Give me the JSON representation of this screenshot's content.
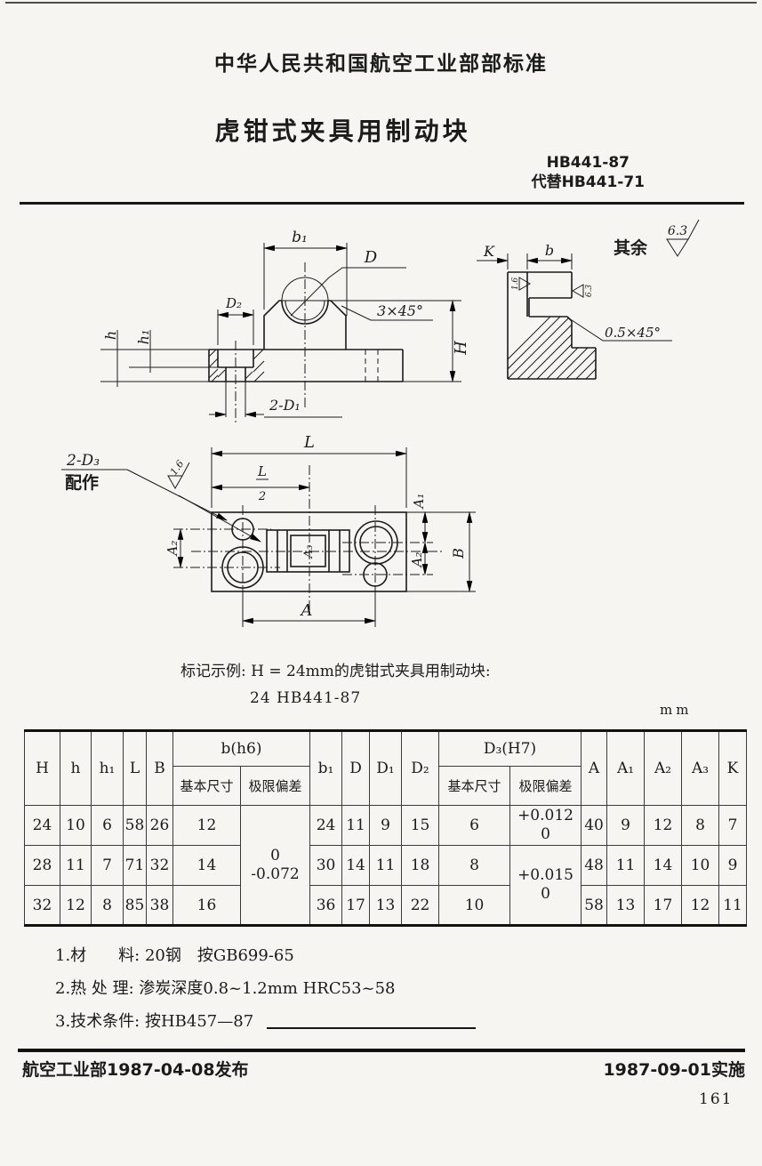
{
  "doc": {
    "ministry_header": "中华人民共和国航空工业部部标准",
    "title": "虎钳式夹具用制动块",
    "standard_no": "HB441-87",
    "replaces": "代替HB441-71",
    "unit": "mm",
    "page_number": "161"
  },
  "front_view": {
    "dim_b1": "b₁",
    "dim_D": "D",
    "dim_D2": "D₂",
    "chamfer": "3×45°",
    "dim_H": "H",
    "dim_h": "h",
    "dim_h1": "h₁",
    "holes_note": "2-D₁"
  },
  "side_view": {
    "dim_K": "K",
    "dim_b": "b",
    "rough_left": "1.6",
    "rough_right": "6.3",
    "chamfer": "0.5×45°",
    "rest_label": "其余",
    "rest_roughness": "6.3"
  },
  "plan_view": {
    "holes_note": "2-D₃",
    "fit_note": "配作",
    "roughness": "1.6",
    "dim_L": "L",
    "frac_num": "L",
    "frac_den": "2",
    "dim_A": "A",
    "dim_A1": "A₁",
    "dim_A2_left": "A₂",
    "dim_A2_right": "A₂",
    "dim_A3": "A₃",
    "dim_B": "B"
  },
  "example": {
    "line1": "标记示例: H = 24mm的虎钳式夹具用制动块:",
    "line2": "24  HB441-87"
  },
  "table": {
    "headers": {
      "H": "H",
      "h": "h",
      "h1": "h₁",
      "L": "L",
      "B": "B",
      "b_group": "b(h6)",
      "basic_size": "基本尺寸",
      "limit_dev": "极限偏差",
      "b1": "b₁",
      "D": "D",
      "D1": "D₁",
      "D2": "D₂",
      "D3_group": "D₃(H7)",
      "basic_size2": "基本尺寸",
      "limit_dev2": "极限偏差",
      "A": "A",
      "A1": "A₁",
      "A2": "A₂",
      "A3": "A₃",
      "K": "K"
    },
    "b_limit_dev": "0\n-0.072",
    "D3_limit_dev_row1": "+0.012\n0",
    "D3_limit_dev_rows23": "+0.015\n0",
    "rows": [
      {
        "H": "24",
        "h": "10",
        "h1": "6",
        "L": "58",
        "B": "26",
        "b_basic": "12",
        "b1": "24",
        "D": "11",
        "D1": "9",
        "D2": "15",
        "D3_basic": "6",
        "A": "40",
        "A1": "9",
        "A2": "12",
        "A3": "8",
        "K": "7"
      },
      {
        "H": "28",
        "h": "11",
        "h1": "7",
        "L": "71",
        "B": "32",
        "b_basic": "14",
        "b1": "30",
        "D": "14",
        "D1": "11",
        "D2": "18",
        "D3_basic": "8",
        "A": "48",
        "A1": "11",
        "A2": "14",
        "A3": "10",
        "K": "9"
      },
      {
        "H": "32",
        "h": "12",
        "h1": "8",
        "L": "85",
        "B": "38",
        "b_basic": "16",
        "b1": "36",
        "D": "17",
        "D1": "13",
        "D2": "22",
        "D3_basic": "10",
        "A": "58",
        "A1": "13",
        "A2": "17",
        "A3": "12",
        "K": "11"
      }
    ]
  },
  "notes": {
    "n1": "1.材　　料: 20钢　按GB699-65",
    "n2": "2.热 处 理: 渗炭深度0.8~1.2mm HRC53~58",
    "n3": "3.技术条件: 按HB457—87"
  },
  "footer": {
    "left": "航空工业部1987-04-08发布",
    "right": "1987-09-01实施"
  }
}
